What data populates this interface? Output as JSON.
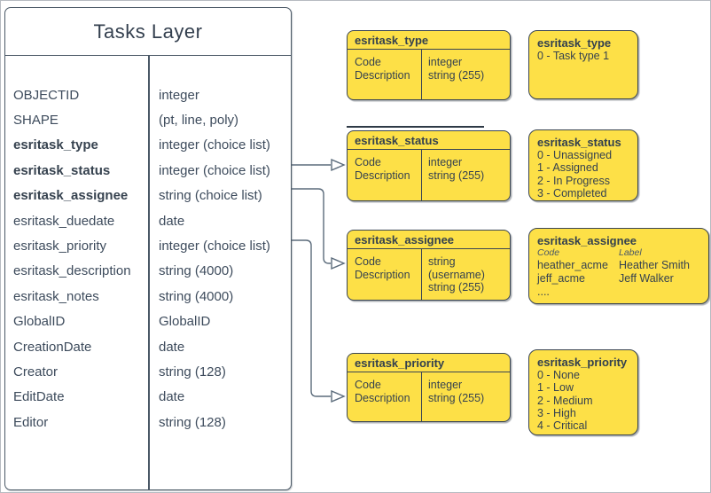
{
  "table": {
    "title": "Tasks Layer",
    "rows": [
      {
        "name": "OBJECTID",
        "type": "integer",
        "bold": false
      },
      {
        "name": "SHAPE",
        "type": "(pt, line, poly)",
        "bold": false
      },
      {
        "name": "esritask_type",
        "type": "integer (choice list)",
        "bold": true
      },
      {
        "name": "esritask_status",
        "type": "integer (choice list)",
        "bold": true
      },
      {
        "name": "esritask_assignee",
        "type": "string (choice list)",
        "bold": true
      },
      {
        "name": "esritask_duedate",
        "type": "date",
        "bold": false
      },
      {
        "name": "esritask_priority",
        "type": "integer (choice list)",
        "bold": false
      },
      {
        "name": "esritask_description",
        "type": "string (4000)",
        "bold": false
      },
      {
        "name": "esritask_notes",
        "type": "string (4000)",
        "bold": false
      },
      {
        "name": "GlobalID",
        "type": "GlobalID",
        "bold": false
      },
      {
        "name": "CreationDate",
        "type": "date",
        "bold": false
      },
      {
        "name": "Creator",
        "type": "string (128)",
        "bold": false
      },
      {
        "name": "EditDate",
        "type": "date",
        "bold": false
      },
      {
        "name": "Editor",
        "type": "string (128)",
        "bold": false
      }
    ]
  },
  "attr_boxes": [
    {
      "title": "esritask_type",
      "fields": [
        "Code",
        "Description"
      ],
      "types": [
        "integer",
        "string (255)"
      ]
    },
    {
      "title": "esritask_status",
      "fields": [
        "Code",
        "Description"
      ],
      "types": [
        "integer",
        "string (255)"
      ]
    },
    {
      "title": "esritask_assignee",
      "fields": [
        "Code",
        "Description"
      ],
      "types": [
        "string (username)",
        "string (255)"
      ]
    },
    {
      "title": "esritask_priority",
      "fields": [
        "Code",
        "Description"
      ],
      "types": [
        "integer",
        "string (255)"
      ]
    }
  ],
  "value_boxes": [
    {
      "title": "esritask_type",
      "lines": [
        "0 - Task type 1"
      ]
    },
    {
      "title": "esritask_status",
      "lines": [
        "0 - Unassigned",
        "1 - Assigned",
        "2 - In Progress",
        "3 - Completed"
      ]
    },
    {
      "title": "esritask_assignee",
      "col_headers": [
        "Code",
        "Label"
      ],
      "rows": [
        [
          "heather_acme",
          "Heather Smith"
        ],
        [
          "jeff_acme",
          "Jeff Walker"
        ]
      ],
      "more": "...."
    },
    {
      "title": "esritask_priority",
      "lines": [
        "0 - None",
        "1 - Low",
        "2 - Medium",
        "3 - High",
        "4 - Critical"
      ]
    }
  ],
  "colors": {
    "box_fill": "#fde047",
    "box_border": "#3a4553",
    "text": "#3d4b5c",
    "connector": "#5b6b7b"
  }
}
